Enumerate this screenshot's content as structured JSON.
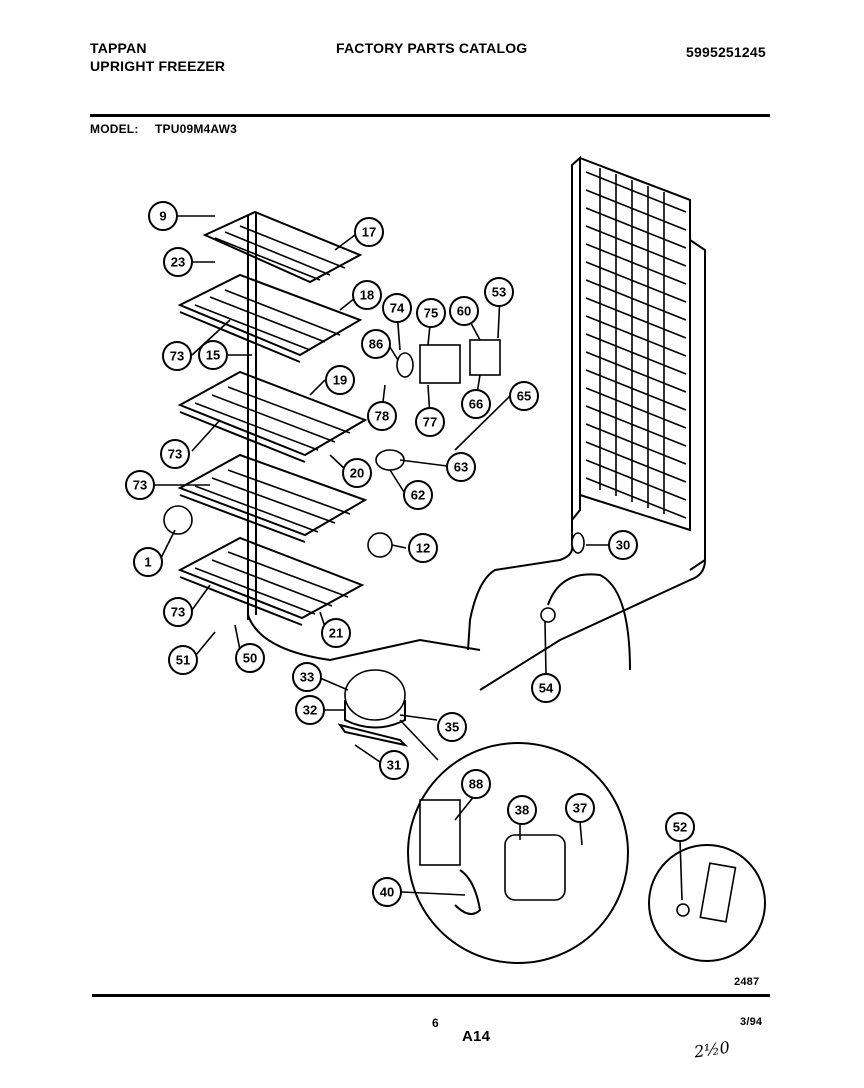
{
  "header": {
    "brand": "TAPPAN",
    "product": "UPRIGHT FREEZER",
    "catalog_title": "FACTORY PARTS CATALOG",
    "part_number": "5995251245",
    "model_label": "MODEL:",
    "model_value": "TPU09M4AW3"
  },
  "diagram": {
    "callouts": [
      "9",
      "17",
      "23",
      "18",
      "74",
      "75",
      "60",
      "53",
      "86",
      "73",
      "15",
      "19",
      "78",
      "77",
      "66",
      "65",
      "63",
      "73",
      "20",
      "62",
      "73",
      "1",
      "12",
      "30",
      "73",
      "21",
      "51",
      "50",
      "54",
      "33",
      "32",
      "35",
      "31",
      "88",
      "38",
      "37",
      "52",
      "40"
    ]
  },
  "footer": {
    "figure_code": "2487",
    "page_number": "6",
    "section_code": "A14",
    "date": "3/94",
    "handwritten_note": "2½0"
  }
}
